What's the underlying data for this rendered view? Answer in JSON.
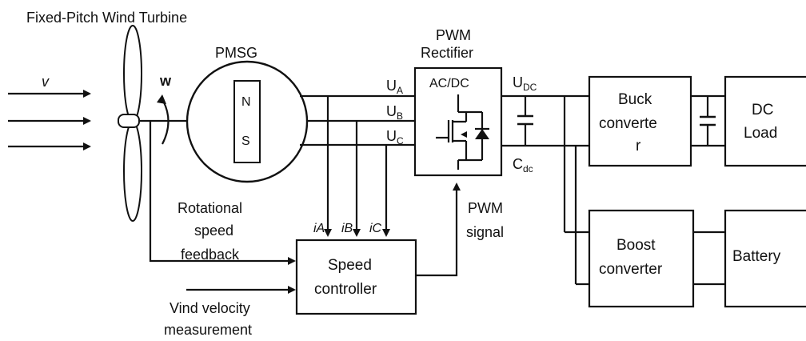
{
  "title": "Fixed-Pitch Wind Turbine",
  "wind": {
    "v_label": "v",
    "w_label": "w"
  },
  "generator": {
    "label": "PMSG",
    "pole_n": "N",
    "pole_s": "S"
  },
  "phases": {
    "ua": "U",
    "ua_sub": "A",
    "ub": "U",
    "ub_sub": "B",
    "uc": "U",
    "uc_sub": "C"
  },
  "currents": {
    "ia": "iA",
    "ib": "iB",
    "ic": "iC"
  },
  "rectifier": {
    "title_line1": "PWM",
    "title_line2": "Rectifier",
    "inner_label": "AC/DC"
  },
  "dc_link": {
    "u_main": "U",
    "u_sub": "DC",
    "c_main": "C",
    "c_sub": "dc"
  },
  "pwm_signal": {
    "line1": "PWM",
    "line2": "signal"
  },
  "feedback": {
    "line1": "Rotational",
    "line2": "speed",
    "line3": "feedback"
  },
  "wind_meas": {
    "line1": "Vind velocity",
    "line2": "measurement"
  },
  "speed_controller": {
    "line1": "Speed",
    "line2": "controller"
  },
  "buck": {
    "line1": "Buck",
    "line2": "converte",
    "line3": "r"
  },
  "dc_load": {
    "line1": "DC",
    "line2": "Load"
  },
  "boost": {
    "line1": "Boost",
    "line2": "converter"
  },
  "battery": {
    "label": "Battery"
  }
}
